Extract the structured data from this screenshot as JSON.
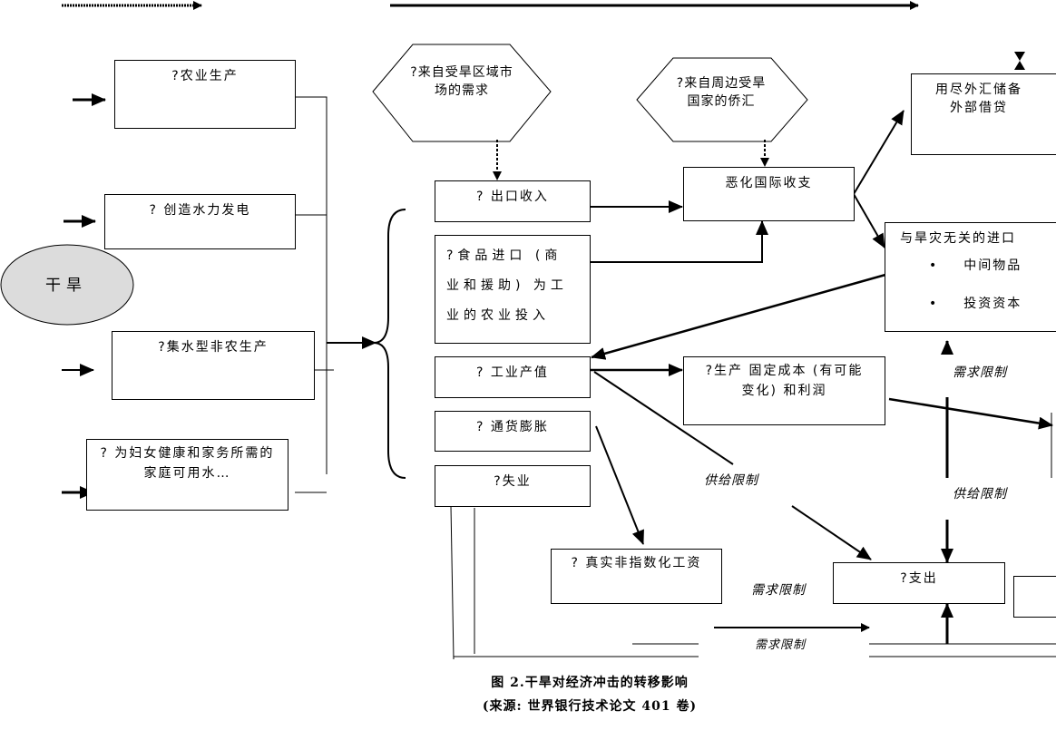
{
  "diagram": {
    "drought": "干旱",
    "left_boxes": {
      "agriculture": "?农业生产",
      "hydropower": "? 创造水力发电",
      "water_intensive": "?集水型非农生产",
      "household_water": "? 为妇女健康和家务所需的家庭可用水…"
    },
    "hexagons": {
      "market_demand": "?来自受旱区域市场的需求",
      "remittances": "?来自周边受旱国家的侨汇"
    },
    "middle_boxes": {
      "export_income": "? 出口收入",
      "food_imports": "?食品进口 (商业和援助) 为工业的农业投入",
      "industrial_output": "? 工业产值",
      "inflation": "? 通货膨胀",
      "unemployment": "?失业",
      "real_wages": "? 真实非指数化工资"
    },
    "right_boxes": {
      "balance_of_payments": "恶化国际收支",
      "reserves_line1": "用尽外汇储备",
      "reserves_line2": "外部借贷",
      "unrelated_imports": "与旱灾无关的进口",
      "unrelated_imports_items": [
        "中间物品",
        "投资资本"
      ],
      "production_costs": "?生产 固定成本 (有可能变化) 和利润",
      "expenditure": "?支出"
    },
    "constraint_labels": {
      "demand_1": "需求限制",
      "supply_1": "供给限制",
      "supply_2": "供给限制",
      "demand_2": "需求限制",
      "demand_3": "需求限制"
    }
  },
  "caption": {
    "line1": "图 2.干旱对经济冲击的转移影响",
    "line2": "(来源: 世界银行技术论文 401 卷)"
  }
}
